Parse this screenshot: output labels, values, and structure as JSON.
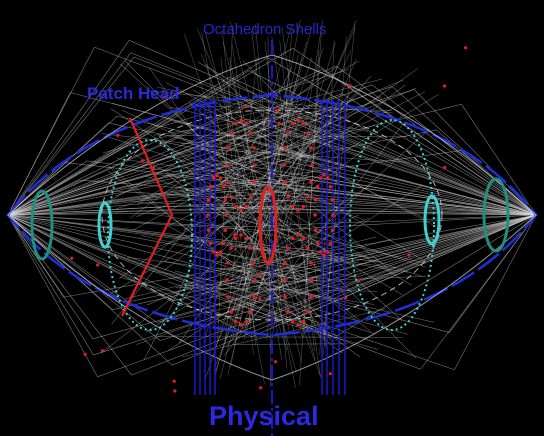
{
  "labels": {
    "title": "Octahedron Shells",
    "patch": "Patch Head",
    "bottom": "Physical"
  },
  "colors": {
    "background": "#000000",
    "mesh": "#d8d8d8",
    "shell_outline": "#1f2fd8",
    "axis": "#1a1adc",
    "red_points": "#e02020",
    "cyan_rings": "#3fd0d0",
    "teal_rings": "#1f8f80",
    "patch_head": "#e02020",
    "label_text": "#2a2ad8"
  }
}
